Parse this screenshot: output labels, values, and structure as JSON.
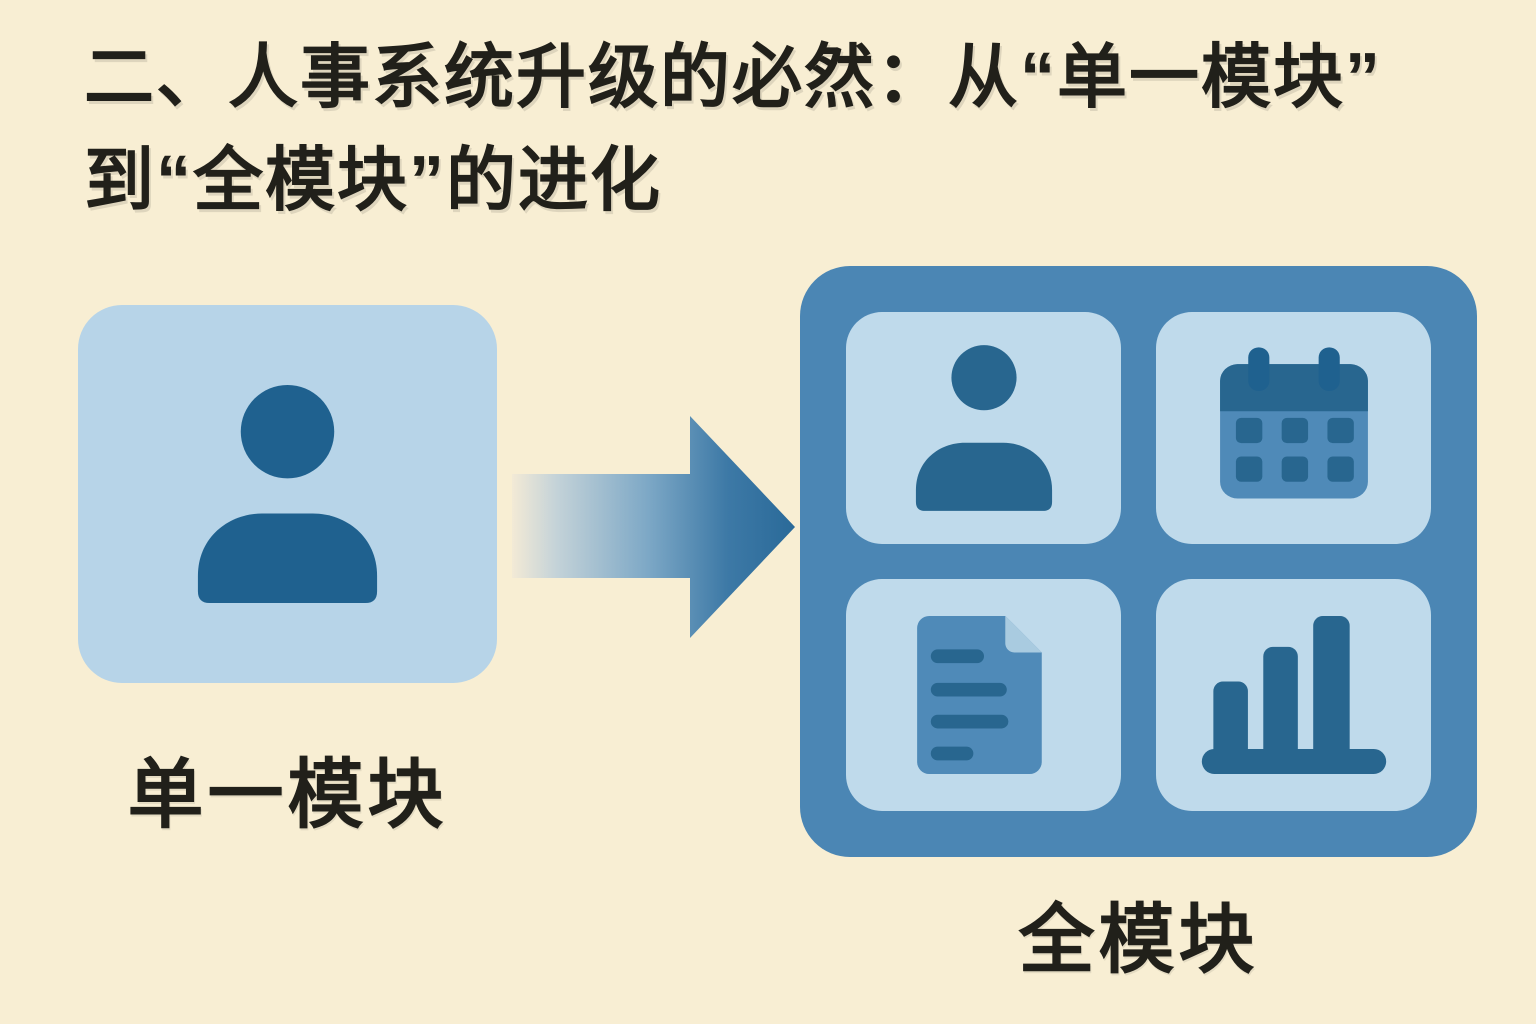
{
  "title": {
    "line1": "二、人事系统升级的必然：从“单一模块”",
    "line2": "到“全模块”的进化"
  },
  "left_module": {
    "label": "单一模块",
    "icon": "person-icon"
  },
  "arrow": {
    "direction": "right",
    "meaning": "evolution from single module to full module"
  },
  "right_module": {
    "label": "全模块",
    "cells": [
      {
        "icon": "person-icon"
      },
      {
        "icon": "calendar-icon"
      },
      {
        "icon": "document-icon"
      },
      {
        "icon": "bar-chart-icon"
      }
    ]
  },
  "colors": {
    "background": "#f8eed3",
    "ink": "#21201a",
    "light_panel": "#b7d4e8",
    "cell_panel": "#bfdaeb",
    "outer_panel": "#4b86b4",
    "icon_dark": "#1f618f",
    "icon_mid": "#28668f",
    "icon_body": "#4f8ab8",
    "fold": "#a9cbe0",
    "arrow_start": "#f3ead6",
    "arrow_end": "#2a6a99"
  }
}
